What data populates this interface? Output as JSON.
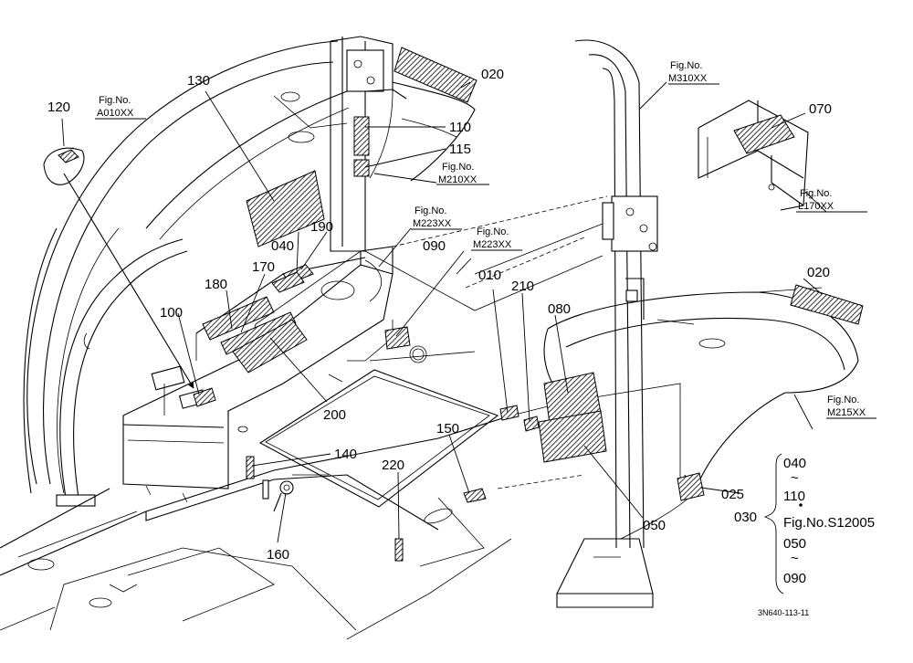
{
  "labels": {
    "p120": "120",
    "p130": "130",
    "p020a": "020",
    "p110": "110",
    "p115": "115",
    "p070": "070",
    "p190": "190",
    "p040": "040",
    "p090": "090",
    "p010": "010",
    "p210": "210",
    "p080": "080",
    "p020b": "020",
    "p170": "170",
    "p180": "180",
    "p100": "100",
    "p200": "200",
    "p150": "150",
    "p140": "140",
    "p220": "220",
    "p160": "160",
    "p050": "050",
    "p025": "025",
    "p030": "030"
  },
  "fig_refs": {
    "a010": {
      "prefix": "Fig.No.",
      "code": "A010XX"
    },
    "m310": {
      "prefix": "Fig.No.",
      "code": "M310XX"
    },
    "m210": {
      "prefix": "Fig.No.",
      "code": "M210XX"
    },
    "m223a": {
      "prefix": "Fig.No.",
      "code": "M223XX"
    },
    "m223b": {
      "prefix": "Fig.No.",
      "code": "M223XX"
    },
    "l170": {
      "prefix": "Fig.No.",
      "code": "L170XX"
    },
    "m215": {
      "prefix": "Fig.No.",
      "code": "M215XX"
    }
  },
  "group_note": {
    "from_first": "040",
    "to_first": "110",
    "ref": "Fig.No.S12005",
    "from_second": "050",
    "to_second": "090",
    "tilde": "~"
  },
  "drawing_code": "3N640-113-11",
  "colors": {
    "ink": "#000000",
    "paper": "#ffffff"
  }
}
